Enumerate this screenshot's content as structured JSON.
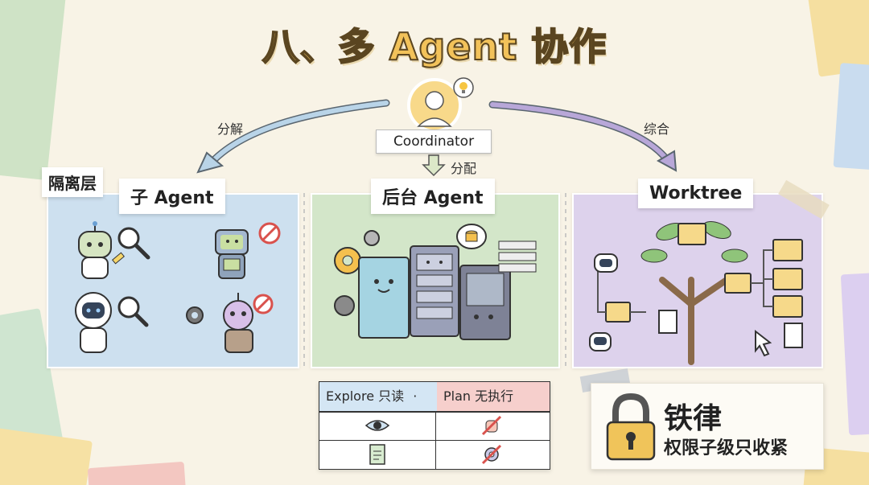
{
  "title": "八、多 Agent 协作",
  "coordinator": {
    "label": "Coordinator"
  },
  "flows": {
    "left_label": "分解",
    "right_label": "综合",
    "down_label": "分配"
  },
  "isolation_label": "隔离层",
  "panels": {
    "sub_agent": {
      "label": "子 Agent"
    },
    "background_agent": {
      "label": "后台 Agent"
    },
    "worktree": {
      "label": "Worktree"
    }
  },
  "permission_table": {
    "header_left": "Explore 只读",
    "separator": "·",
    "header_right": "Plan 无执行",
    "rows": [
      {
        "left_icon": "eye-icon",
        "right_icon": "no-hand-icon"
      },
      {
        "left_icon": "document-icon",
        "right_icon": "no-gear-icon"
      }
    ]
  },
  "iron_rule": {
    "title": "铁律",
    "subtitle": "权限子级只收紧",
    "icon": "padlock-icon"
  },
  "colors": {
    "title_fill": "#f2c25a",
    "panel_blue": "#cde0ef",
    "panel_green": "#d3e6c9",
    "panel_purple": "#ddd2ec",
    "arrow_blue": "#b9d4e8",
    "arrow_purple": "#b8a7d8",
    "table_header_blue": "#d4e6f4",
    "table_header_red": "#f6cfcc",
    "lock_gold": "#f0c45a"
  }
}
